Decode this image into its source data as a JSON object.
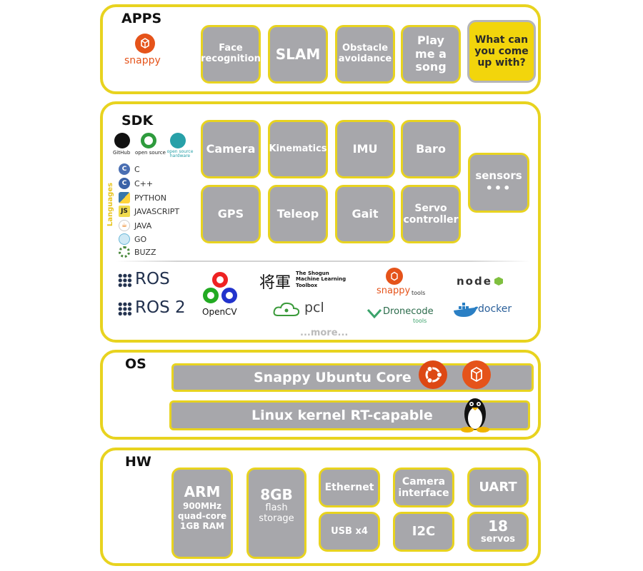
{
  "apps": {
    "title": "APPS",
    "logo_text": "snappy",
    "tiles": [
      "Face recognition",
      "SLAM",
      "Obstacle avoidance",
      "Play me a song",
      "What can you come up with?"
    ]
  },
  "sdk": {
    "title": "SDK",
    "badges": [
      "GitHub",
      "open source",
      "open source hardware"
    ],
    "languages_label": "Languages",
    "languages": [
      "C",
      "C++",
      "PYTHON",
      "JAVASCRIPT",
      "JAVA",
      "GO",
      "BUZZ"
    ],
    "tiles": [
      "Camera",
      "Kinematics",
      "IMU",
      "Baro",
      "GPS",
      "Teleop",
      "Gait",
      "Servo controller",
      "sensors",
      "•••"
    ],
    "tools": {
      "ros": "ROS",
      "ros2": "ROS 2",
      "opencv": "OpenCV",
      "shogun_glyph": "将軍",
      "shogun_text": "The Shogun Machine Learning Toolbox",
      "pcl": "pcl",
      "snappy": "snappy",
      "snappy_sub": "tools",
      "dronecode": "Dronecode",
      "dronecode_sub": "tools",
      "node": "node",
      "docker": "docker",
      "more": "...more..."
    }
  },
  "os": {
    "title": "OS",
    "bars": [
      "Snappy Ubuntu Core",
      "Linux kernel RT-capable"
    ]
  },
  "hw": {
    "title": "HW",
    "arm_title": "ARM",
    "arm_lines": [
      "900MHz",
      "quad-core",
      "1GB RAM"
    ],
    "flash_title": "8GB",
    "flash_lines": [
      "flash",
      "storage"
    ],
    "tiles": [
      "Ethernet",
      "Camera interface",
      "UART",
      "USB x4",
      "I2C"
    ],
    "servos_num": "18",
    "servos_label": "servos"
  },
  "colors": {
    "border": "#e8d31f",
    "tile": "#a7a7ab",
    "highlight": "#f2d50c",
    "orange": "#e5531a"
  }
}
